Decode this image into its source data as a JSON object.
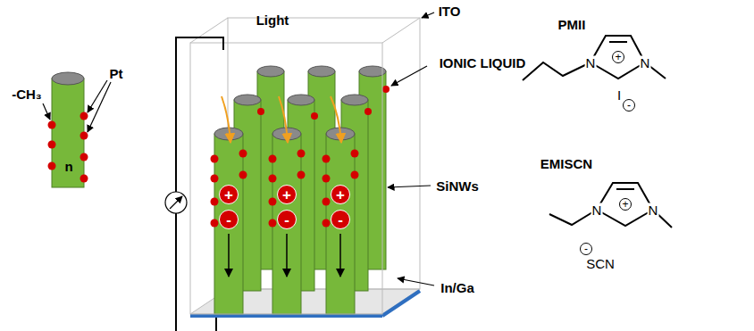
{
  "diagram": {
    "labels": [
      "Light",
      "ITO",
      "IONIC LIQUID",
      "SiNWs",
      "In/Ga",
      "-CH₃",
      "Pt",
      "n",
      "PMII",
      "EMISCN",
      "+",
      "+",
      "+",
      "-",
      "-",
      "-",
      "N",
      "+",
      "N",
      "I",
      "-",
      "N",
      "+",
      "N",
      "-",
      "SCN"
    ]
  }
}
